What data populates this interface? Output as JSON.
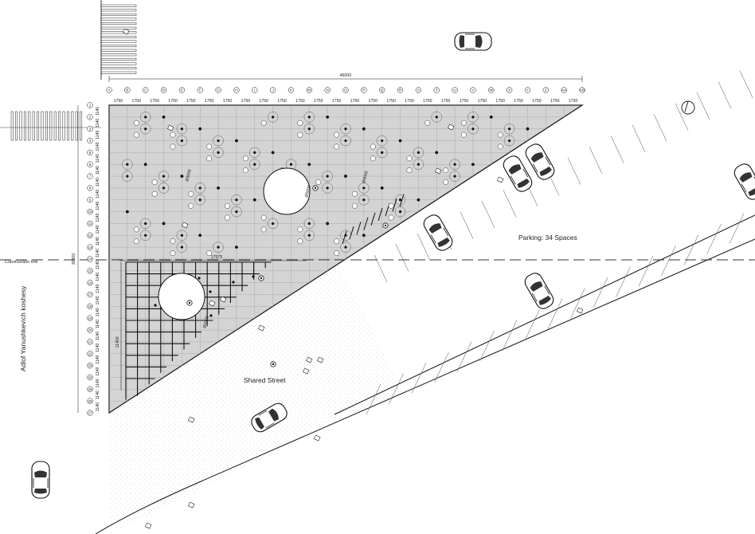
{
  "labels": {
    "parking": "Parking: 34 Spaces",
    "shared_street": "Shared Street",
    "street_name": "Adlof Yanushkevich koshesy",
    "construction_line": "Construction line"
  },
  "dimensions": {
    "overall_width": "46000",
    "overall_height": "30300",
    "inner_width": "17575",
    "inner_height": "11400",
    "module_width": "1750",
    "module_height": "1140",
    "circle_diameter_1": "Ø3000",
    "circle_diameter_2": "Ø4000",
    "circle_diameter_3": "Ø5000",
    "circle_diameter_4": "Ø4500"
  },
  "grid_columns": [
    "A",
    "B",
    "C",
    "D",
    "E",
    "F",
    "G",
    "H",
    "I",
    "J",
    "K",
    "M",
    "N",
    "O",
    "P",
    "Q",
    "R",
    "S",
    "T",
    "U",
    "V",
    "W",
    "X",
    "Y",
    "Z",
    "AA",
    "AB"
  ],
  "grid_rows": [
    "1",
    "2",
    "3",
    "4",
    "5",
    "6",
    "7",
    "8",
    "9",
    "10",
    "11",
    "12",
    "13",
    "14",
    "15",
    "16",
    "17",
    "18",
    "19",
    "20",
    "21",
    "22",
    "23",
    "24",
    "25",
    "26",
    "27"
  ],
  "colors": {
    "plaza_fill": "#d4d4d4",
    "line": "#111111",
    "grid_line": "#9a9a9a",
    "street_texture": "#e2e2e2"
  }
}
